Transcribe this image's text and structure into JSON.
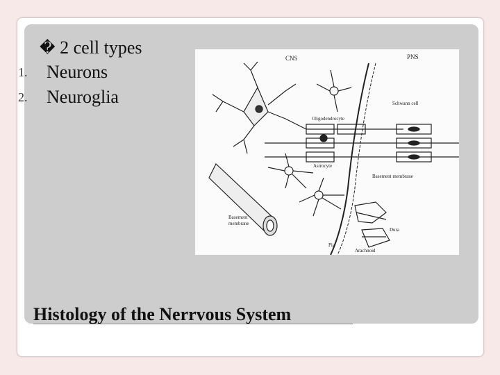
{
  "slide": {
    "bullet_glyph": "�",
    "heading": "2 cell types",
    "items": [
      {
        "num": "1.",
        "text": "Neurons"
      },
      {
        "num": "2.",
        "text": "Neuroglia"
      }
    ],
    "title": "Histology of the Nerrvous System"
  },
  "figure": {
    "labels": {
      "cns": "CNS",
      "pns": "PNS",
      "schwann": "Schwann cell",
      "oligo": "Oligodendrocyte",
      "astro": "Astrocyte",
      "basement_right": "Basement membrane",
      "basement_left_1": "Basement",
      "basement_left_2": "membrane",
      "dura": "Dura",
      "pia": "Pia",
      "arachnoid": "Arachnoid"
    }
  }
}
